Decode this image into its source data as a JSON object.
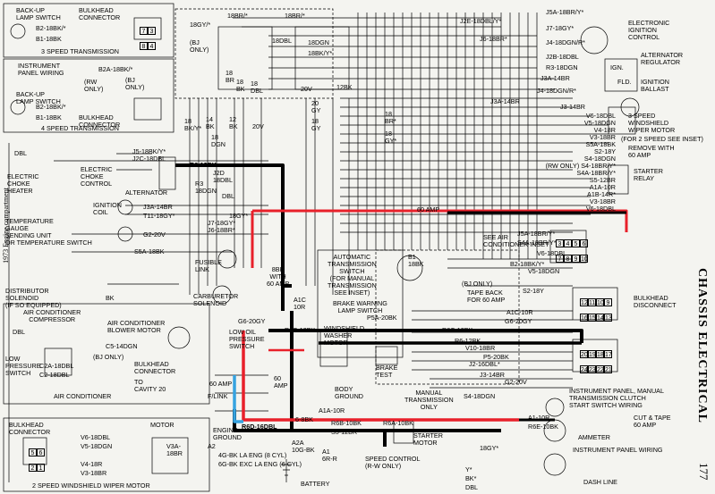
{
  "page": {
    "side_caption": "1973 Engine compartment",
    "section_title": "CHASSIS ELECTRICAL",
    "page_number": "177"
  },
  "left_top": {
    "backup_switch": "BACK-UP\nLAMP SWITCH",
    "bulkhead": "BULKHEAD\nCONNECTOR",
    "w1": "B2-18BK/*",
    "w2": "B1-18BK",
    "pins": [
      "7",
      "3",
      "8",
      "4"
    ],
    "caption": "3 SPEED TRANSMISSION"
  },
  "left_mid": {
    "panel_wiring": "INSTRUMENT\nPANEL WIRING",
    "w_b2a": "B2A-18BK/*",
    "rw_only": "(RW\nONLY)",
    "bj_only": "(BJ\nONLY)",
    "backup_switch": "BACK-UP\nLAMP SWITCH",
    "w1": "B2-18BK/*",
    "w2": "B1-18BK",
    "bulkhead": "BULKHEAD\nCONNECTOR",
    "caption": "4 SPEED TRANSMISSION"
  },
  "engine_left": {
    "dbl": "DBL",
    "choke_heater": "ELECTRIC\nCHOKE\nHEATER",
    "choke_control": "ELECTRIC\nCHOKE\nCONTROL",
    "w_j5": "J5-18BK/Y*",
    "w_j2c": "J2C-18DBL",
    "w_r6": "R6-12BK",
    "w_j2d": "J2D\n18DBL",
    "w_r3": "R3\n18DGN",
    "dbl2": "DBL",
    "alternator": "ALTERNATOR",
    "ignition_coil": "IGNITION\nCOIL",
    "w_j3a": "J3A-14BR",
    "w_t11": "T11-18GY*",
    "w_18gy": "18GY*",
    "w_j7": "J7-18GY*",
    "w_j6": "J6-18BR*",
    "temp_gauge": "TEMPERATURE\nGAUGE\nSENDING UNIT\nOR TEMPERATURE SWITCH",
    "w_g2": "G2-20V",
    "w_s5a": "S5A-18BK",
    "fusible_link": "FUSIBLE\nLINK",
    "bk_with_60": "8BK\nWITH\n60 AMP",
    "dist_solenoid": "DISTRIBUTOR\nSOLENOID\n(IF SO EQUIPPED)",
    "bk": "BK",
    "carb_solenoid": "CARBURETOR\nSOLENOID",
    "a1c": "A1C\n10R",
    "w_g6": "G6-20GY"
  },
  "ac": {
    "compressor": "AIR CONDITIONER\nCOMPRESSOR",
    "dbl": "DBL",
    "blower": "AIR CONDITIONER\nBLOWER MOTOR",
    "w_c5": "C5-14DGN",
    "bj_only": "(BJ ONLY)",
    "low_pressure": "LOW\nPRESSURE\nSWITCH",
    "w_c2a": "C2A-18DBL",
    "w_c2": "C2-18DBL",
    "bulkhead": "BULKHEAD\nCONNECTOR",
    "to_cavity": "TO\nCAVITY 20",
    "caption": "AIR CONDITIONER"
  },
  "wiper_2spd": {
    "bulkhead": "BULKHEAD\nCONNECTOR",
    "motor": "MOTOR",
    "w_v6": "V6-18DBL",
    "w_v5": "V5-18DGN",
    "w_v4": "V4-18R",
    "w_v3": "V3-18BR",
    "w_v3a": "V3A-\n18BR",
    "pins": [
      "5",
      "6",
      "2",
      "1"
    ],
    "caption": "2 SPEED WINDSHIELD WIPER MOTOR"
  },
  "engine_bottom": {
    "low_oil": "LOW OIL\nPRESSURE\nSWITCH",
    "amp60": "60\nAMP",
    "amp60b": "60 AMP",
    "f_link": "F/LINK",
    "w_r6d": "R6D-16DBL",
    "engine_ground": "ENGINE\nGROUND",
    "a2": "A2",
    "w_4g": "4G-BK LA ENG (8 CYL)",
    "w_6g": "6G-BK EXC LA ENG (6 CYL)",
    "w_a2a": "A2A\n10G-BK",
    "a1": "A1\n6R-R",
    "battery": "BATTERY",
    "body_ground": "BODY\nGROUND",
    "w_a1a": "A1A-10R",
    "w_6_8bk": "6-8BK",
    "w_r6b": "R6B-10BK",
    "w_s5": "S5-12BR",
    "w_r6a": "R6A-10BK",
    "starter": "STARTER\nMOTOR",
    "speed_control": "SPEED CONTROL\n(R-W ONLY)"
  },
  "center": {
    "top_wires": [
      "18BR/*",
      "18BR/*",
      "18GY/*",
      "18DBL",
      "18DGN",
      "18BK/Y*"
    ],
    "bj_only": "(BJ\nONLY)",
    "w18_dbl": "18\nBR",
    "w18_bk": "18\nBK",
    "w18_dbl2": "18\nDBL",
    "w12bk": "12BK",
    "w20v": "20V",
    "w20gy": "20\nGY",
    "w18gy": "18\nGY",
    "w18br": "18\nBR*",
    "w18gyb": "18\nGY*",
    "w18bk": "18\nBK/Y*",
    "w18dgn": "18\nDGN",
    "w14bk": "14\nBK",
    "w12bk2": "12\nBK",
    "w20v2": "20V",
    "amp60": "60 AMP",
    "auto_trans": "AUTOMATIC\nTRANSMISSION\nSWITCH\n(FOR MANUAL\nTRANSMISSION\nSEE INSET)",
    "b1": "B1\n18BK",
    "brake_warn": "BRAKE WARNING\nLAMP SWITCH",
    "w_p5a": "P5A-20BK",
    "washer_motor": "WINDSHIELD\nWASHER\nMOTOR",
    "brake_test": "BRAKE\nTEST",
    "manual_trans": "MANUAL\nTRANSMISSION\nONLY",
    "w_r6c": "R6C-12BK",
    "w_r6c2": "R6C-12BK",
    "w_r6": "R6-12BK",
    "w_v10": "V10-18BR",
    "w_p5": "P5-20BK",
    "w_j2": "J2-16DBL*",
    "w_j3": "J3-14BR",
    "w_g2": "G2-20V",
    "w_s4": "S4-18DGN",
    "w_18gy": "18GY*",
    "w_g6": "G6-20GY",
    "w_a1c": "A1C-10R",
    "w_s2": "S2-18Y",
    "w_v5": "V5-18DGN",
    "w_b2": "B2-18BK/Y*",
    "w_v6": "V6-18DBL",
    "bj_only2": "(BJ ONLY)",
    "tape_back": "TAPE BACK\nFOR 60 AMP"
  },
  "right": {
    "w_j2e": "J2E-18DBL/Y*",
    "w_j7": "J7-18GY*",
    "w_j6": "J6-18BR*",
    "w_j5a": "J5A-18BR/Y*",
    "w_j4": "J4-18DGN/R*",
    "w_j2b": "J2B-18DBL",
    "w_r3": "R3-18DGN",
    "w_j3a": "J3A-14BR",
    "w_j4b": "J4-18DGN/R*",
    "w_j3": "J3-14BR",
    "ign_control": "ELECTRONIC\nIGNITION\nCONTROL",
    "alt_reg": "ALTERNATOR\nREGULATOR",
    "ign": "IGN.",
    "fld": "FLD.",
    "ign_ballast": "IGNITION\nBALLAST",
    "wiper3": "3 SPEED\nWINDSHIELD\nWIPER MOTOR",
    "for2speed": "(FOR 2 SPEED SEE INSET)",
    "remove60": "REMOVE WITH\n60 AMP",
    "starter_relay": "STARTER\nRELAY",
    "wires_list": [
      "V6-18DBL",
      "V5-18DGN",
      "V4-18R",
      "V3-18BR",
      "S5A-18BK",
      "S2-18Y",
      "S4-18DGN",
      "(RW ONLY)  S4-18BR/Y*",
      "S4A-18BR/Y*",
      "S5-12BR",
      "A1A-10R",
      "A1B-14R*",
      "V3-18BR",
      "V6-18DBL"
    ],
    "amp60": "60 AMP",
    "ac_inset": "SEE AIR\nCONDITIONER INSET",
    "w_s4a": "S4A-18BR/Y*",
    "pins_a": [
      "3",
      "4",
      "5",
      "6"
    ],
    "pins_b": [
      "7",
      "8",
      "9",
      "10"
    ],
    "bulkhead_disc": "BULKHEAD\nDISCONNECT",
    "grid": [
      [
        "12",
        "11",
        "10",
        "9"
      ],
      [
        "16",
        "15",
        "14",
        "13"
      ]
    ],
    "grid2": [
      [
        "20",
        "19",
        "18",
        "17"
      ],
      [
        "24",
        "23",
        "22",
        "21"
      ]
    ],
    "ip_manual": "INSTRUMENT PANEL, MANUAL\nTRANSMISSION CLUTCH\nSTART SWITCH WIRING",
    "cut_tape": "CUT & TAPE\n60 AMP",
    "w_a1": "A1-10R",
    "w_r6e": "R6E-10BK",
    "ammeter": "AMMETER",
    "ip_wiring": "INSTRUMENT PANEL WIRING",
    "y": "Y*",
    "bk": "BK*",
    "dbl": "DBL",
    "dash_line": "DASH LINE"
  },
  "colors": {
    "red": "#e8202a",
    "black": "#000000",
    "blue": "#36a3e0",
    "paper": "#f4f4f0"
  }
}
